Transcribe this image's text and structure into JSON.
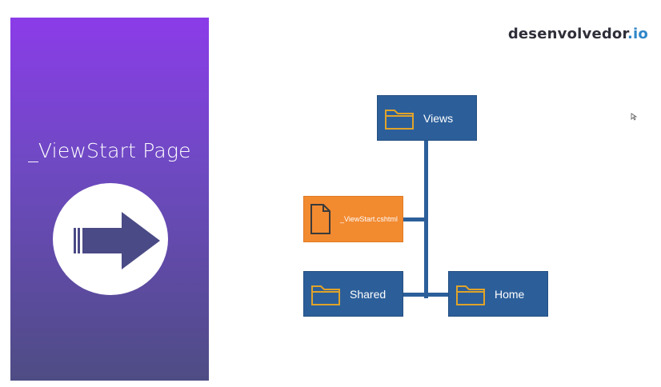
{
  "slide": {
    "title": "_ViewStart Page",
    "brand_name": "desenvolvedor",
    "brand_tld": ".io"
  },
  "tree": {
    "root": {
      "label": "Views",
      "icon": "folder-icon"
    },
    "file": {
      "label": "_ViewStart.cshtml",
      "icon": "file-icon"
    },
    "children": [
      {
        "label": "Shared",
        "icon": "folder-icon"
      },
      {
        "label": "Home",
        "icon": "folder-icon"
      }
    ]
  },
  "colors": {
    "panel_top": "#8b3ce8",
    "panel_bottom": "#4e4c84",
    "folder_box": "#2c5f9a",
    "file_box": "#f28a30",
    "folder_icon": "#e0a32a",
    "brand_tld": "#2f86c8"
  }
}
